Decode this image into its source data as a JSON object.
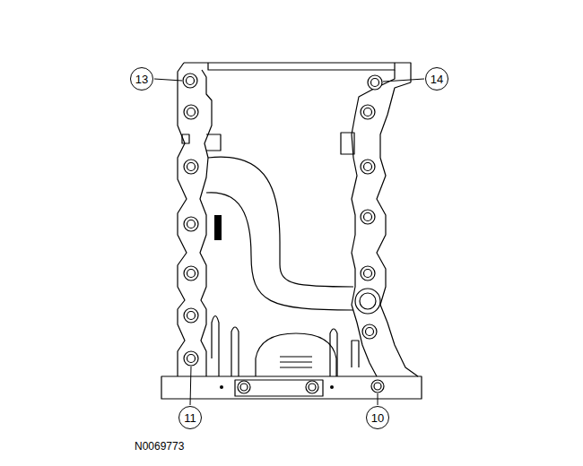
{
  "diagram": {
    "nodes": [
      {
        "text": [
          "13"
        ]
      },
      {
        "text": [
          "14"
        ]
      },
      {
        "text": [
          "11"
        ]
      },
      {
        "text": [
          "10"
        ]
      }
    ],
    "labels": [
      "N0069773"
    ]
  }
}
